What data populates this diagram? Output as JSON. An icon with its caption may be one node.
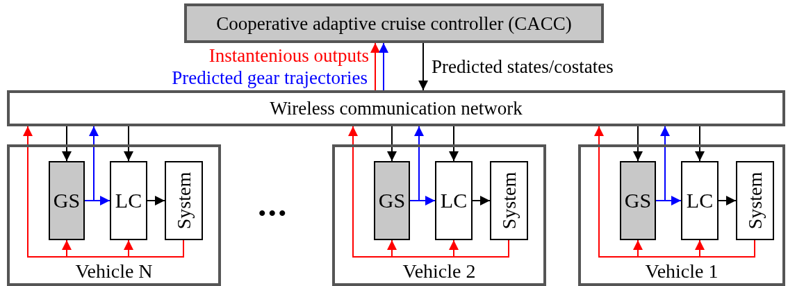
{
  "diagram": {
    "nodes": [
      {
        "text": [
          "Cooperative adaptive cruise controller (CACC)"
        ]
      },
      {
        "text": [
          "Wireless communication network"
        ]
      },
      {
        "text": [
          "Vehicle N"
        ]
      },
      {
        "text": [
          "GS"
        ],
        "in": 2
      },
      {
        "text": [
          "LC"
        ],
        "in": 2
      },
      {
        "text": [
          "System"
        ],
        "in": 2
      },
      {
        "text": [
          "Vehicle 2"
        ]
      },
      {
        "text": [
          "GS"
        ],
        "in": 6
      },
      {
        "text": [
          "LC"
        ],
        "in": 6
      },
      {
        "text": [
          "System"
        ],
        "in": 6
      },
      {
        "text": [
          "Vehicle 1"
        ]
      },
      {
        "text": [
          "GS"
        ],
        "in": 10
      },
      {
        "text": [
          "LC"
        ],
        "in": 10
      },
      {
        "text": [
          "System"
        ],
        "in": 10
      }
    ],
    "edges": [
      {
        "from": 1,
        "to": 0,
        "arrow": "to",
        "label": "Instantenious outputs",
        "color": "#ff0000"
      },
      {
        "from": 1,
        "to": 0,
        "arrow": "to",
        "label": "Predicted gear trajectories",
        "color": "#0000ff"
      },
      {
        "from": 0,
        "to": 1,
        "arrow": "to",
        "label": "Predicted states/costates",
        "color": "#000000"
      },
      {
        "from": 1,
        "to": 3,
        "arrow": "to",
        "color": "#000000"
      },
      {
        "from": 1,
        "to": 4,
        "arrow": "to",
        "color": "#000000"
      },
      {
        "from": 3,
        "to": 1,
        "arrow": "to",
        "color": "#0000ff"
      },
      {
        "from": 3,
        "to": 4,
        "arrow": "to",
        "color": "#0000ff"
      },
      {
        "from": 4,
        "to": 5,
        "arrow": "to",
        "color": "#000000"
      },
      {
        "from": 5,
        "to": 3,
        "arrow": "to",
        "color": "#ff0000"
      },
      {
        "from": 5,
        "to": 4,
        "arrow": "to",
        "color": "#ff0000"
      },
      {
        "from": 5,
        "to": 1,
        "arrow": "to",
        "color": "#ff0000"
      },
      {
        "from": 1,
        "to": 7,
        "arrow": "to",
        "color": "#000000"
      },
      {
        "from": 1,
        "to": 8,
        "arrow": "to",
        "color": "#000000"
      },
      {
        "from": 7,
        "to": 1,
        "arrow": "to",
        "color": "#0000ff"
      },
      {
        "from": 7,
        "to": 8,
        "arrow": "to",
        "color": "#0000ff"
      },
      {
        "from": 8,
        "to": 9,
        "arrow": "to",
        "color": "#000000"
      },
      {
        "from": 9,
        "to": 7,
        "arrow": "to",
        "color": "#ff0000"
      },
      {
        "from": 9,
        "to": 8,
        "arrow": "to",
        "color": "#ff0000"
      },
      {
        "from": 9,
        "to": 1,
        "arrow": "to",
        "color": "#ff0000"
      },
      {
        "from": 1,
        "to": 11,
        "arrow": "to",
        "color": "#000000"
      },
      {
        "from": 1,
        "to": 12,
        "arrow": "to",
        "color": "#000000"
      },
      {
        "from": 11,
        "to": 1,
        "arrow": "to",
        "color": "#0000ff"
      },
      {
        "from": 11,
        "to": 12,
        "arrow": "to",
        "color": "#0000ff"
      },
      {
        "from": 12,
        "to": 13,
        "arrow": "to",
        "color": "#000000"
      },
      {
        "from": 13,
        "to": 11,
        "arrow": "to",
        "color": "#ff0000"
      },
      {
        "from": 13,
        "to": 12,
        "arrow": "to",
        "color": "#ff0000"
      },
      {
        "from": 13,
        "to": 1,
        "arrow": "to",
        "color": "#ff0000"
      }
    ],
    "labels": [
      "•••"
    ]
  }
}
